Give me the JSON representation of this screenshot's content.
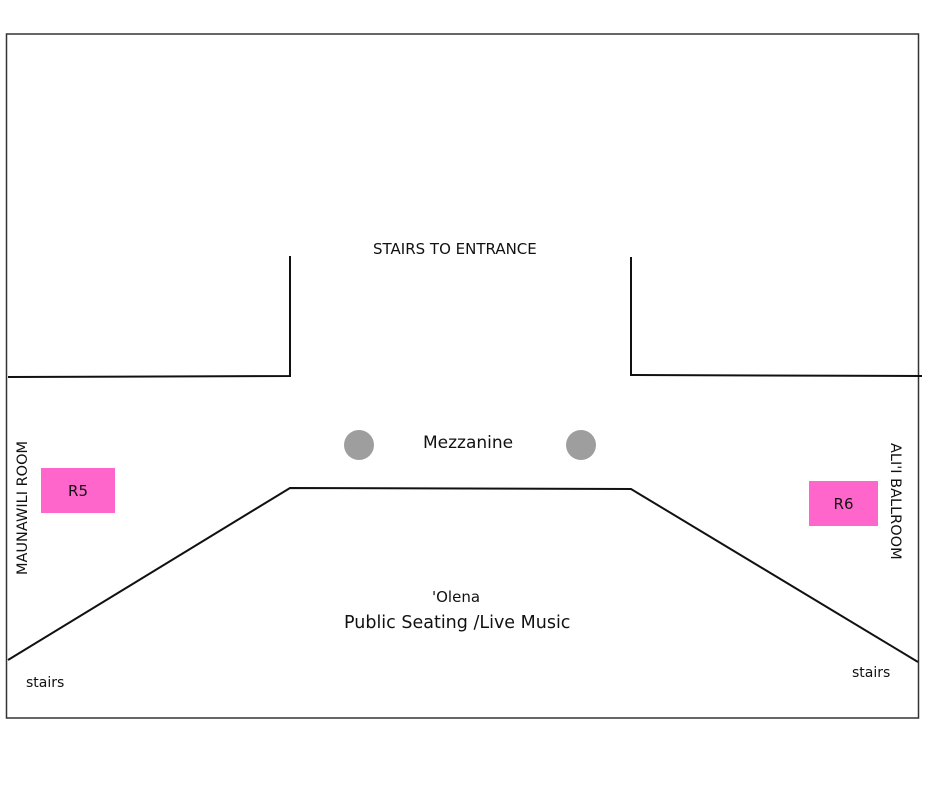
{
  "labels": {
    "stairs_to_entrance": "STAIRS TO ENTRANCE",
    "mezzanine": "Mezzanine",
    "olena": "'Olena",
    "public_seating": "Public Seating /Live Music",
    "stairs_left": "stairs",
    "stairs_right": "stairs",
    "maunawili_room": "MAUNAWILI ROOM",
    "alii_ballroom": "ALI'I BALLROOM"
  },
  "rooms": {
    "r5": "R5",
    "r6": "R6"
  },
  "colors": {
    "room_fill": "#ff66cc",
    "pillar_fill": "#9e9e9e",
    "line": "#111111"
  }
}
